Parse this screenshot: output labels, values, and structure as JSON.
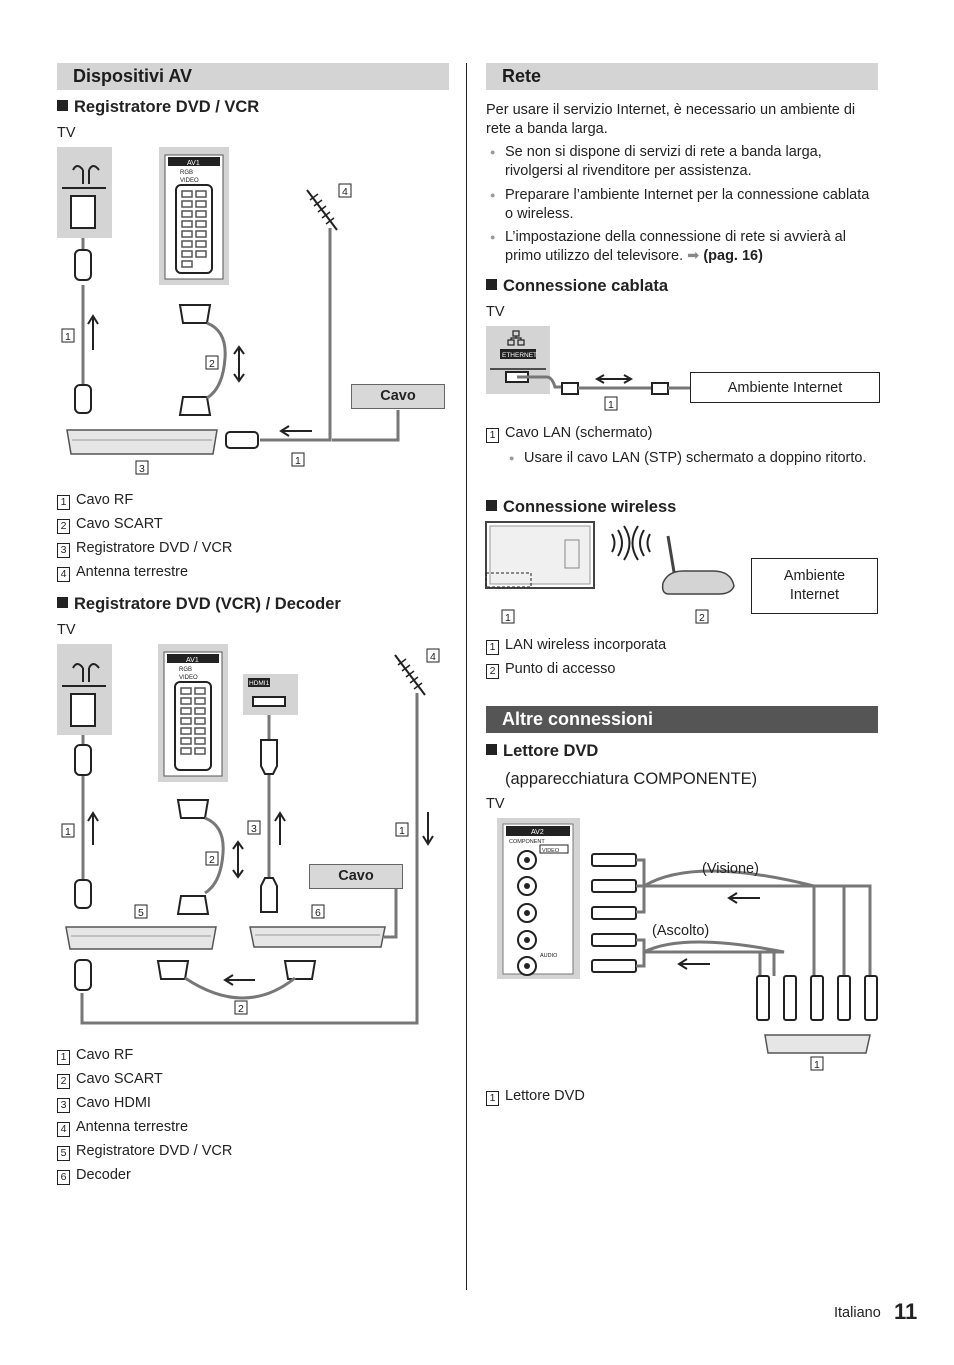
{
  "left": {
    "section_title": "Dispositivi AV",
    "sub1": {
      "title": "Registratore DVD / VCR",
      "tv_label": "TV",
      "panel_av1": "AV1",
      "panel_rgb": "RGB",
      "panel_video": "VIDEO",
      "cavo_label": "Cavo",
      "legend": [
        {
          "n": "1",
          "text": "Cavo RF"
        },
        {
          "n": "2",
          "text": "Cavo SCART"
        },
        {
          "n": "3",
          "text": "Registratore DVD / VCR"
        },
        {
          "n": "4",
          "text": "Antenna terrestre"
        }
      ]
    },
    "sub2": {
      "title": "Registratore DVD (VCR) / Decoder",
      "tv_label": "TV",
      "panel_av1": "AV1",
      "panel_rgb": "RGB",
      "panel_video": "VIDEO",
      "panel_hdmi": "HDMI1",
      "cavo_label": "Cavo",
      "legend": [
        {
          "n": "1",
          "text": "Cavo RF"
        },
        {
          "n": "2",
          "text": "Cavo SCART"
        },
        {
          "n": "3",
          "text": "Cavo HDMI"
        },
        {
          "n": "4",
          "text": "Antenna terrestre"
        },
        {
          "n": "5",
          "text": "Registratore DVD / VCR"
        },
        {
          "n": "6",
          "text": "Decoder"
        }
      ]
    }
  },
  "right": {
    "rete": {
      "section_title": "Rete",
      "intro": "Per usare il servizio Internet, è necessario un ambiente di rete a banda larga.",
      "bullets": [
        "Se non si dispone di servizi di rete a banda larga, rivolgersi al rivenditore per assistenza.",
        "Preparare l’ambiente Internet per la connessione cablata o wireless.",
        "L’impostazione della connessione di rete si avvierà al primo utilizzo del televisore."
      ],
      "page_ref": "(pag. 16)",
      "cablata": {
        "title": "Connessione cablata",
        "tv_label": "TV",
        "ethernet_label": "ETHERNET",
        "box_label": "Ambiente Internet",
        "legend": [
          {
            "n": "1",
            "text": "Cavo LAN (schermato)"
          }
        ],
        "note": "Usare il cavo LAN (STP) schermato a doppino ritorto."
      },
      "wireless": {
        "title": "Connessione wireless",
        "box_label": "Ambiente Internet",
        "legend": [
          {
            "n": "1",
            "text": "LAN wireless incorporata"
          },
          {
            "n": "2",
            "text": "Punto di accesso"
          }
        ]
      }
    },
    "altre": {
      "section_title": "Altre connessioni",
      "dvd_title": "Lettore DVD",
      "dvd_subtitle": "(apparecchiatura COMPONENTE)",
      "tv_label": "TV",
      "panel_av2": "AV2",
      "panel_component": "COMPONENT",
      "panel_video": "VIDEO",
      "panel_audio": "AUDIO",
      "visione": "(Visione)",
      "ascolto": "(Ascolto)",
      "legend": [
        {
          "n": "1",
          "text": "Lettore DVD"
        }
      ]
    }
  },
  "footer": {
    "language": "Italiano",
    "page_number": "11"
  }
}
